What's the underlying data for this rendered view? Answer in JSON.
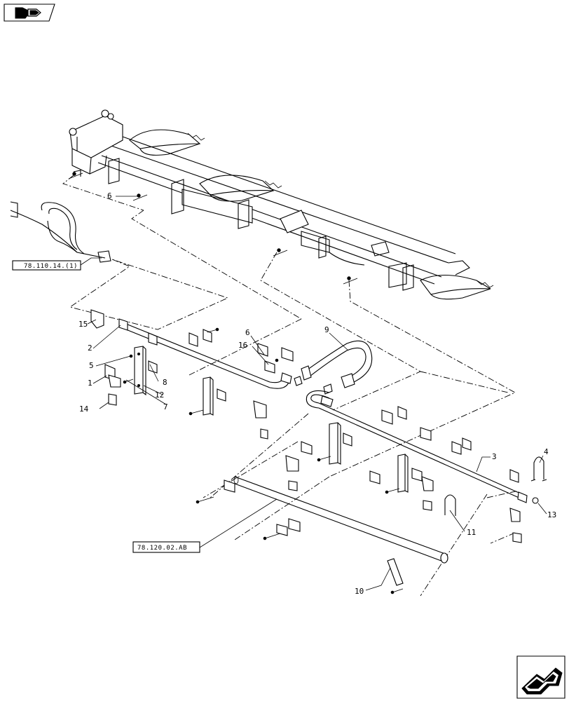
{
  "callouts": {
    "c1": "1",
    "c2": "2",
    "c3": "3",
    "c4": "4",
    "c5": "5",
    "c6a": "6",
    "c6b": "6",
    "c7": "7",
    "c8": "8",
    "c9": "9",
    "c10": "10",
    "c11": "11",
    "c12": "12",
    "c13": "13",
    "c14": "14",
    "c15": "15",
    "c16": "16"
  },
  "references": {
    "ref_upper": "78.110.14.(1)",
    "ref_lower": "78.120.02.AB"
  },
  "icons": {
    "top_left": "page-back-arrow-icon",
    "bottom_right": "page-forward-arrow-icon"
  }
}
